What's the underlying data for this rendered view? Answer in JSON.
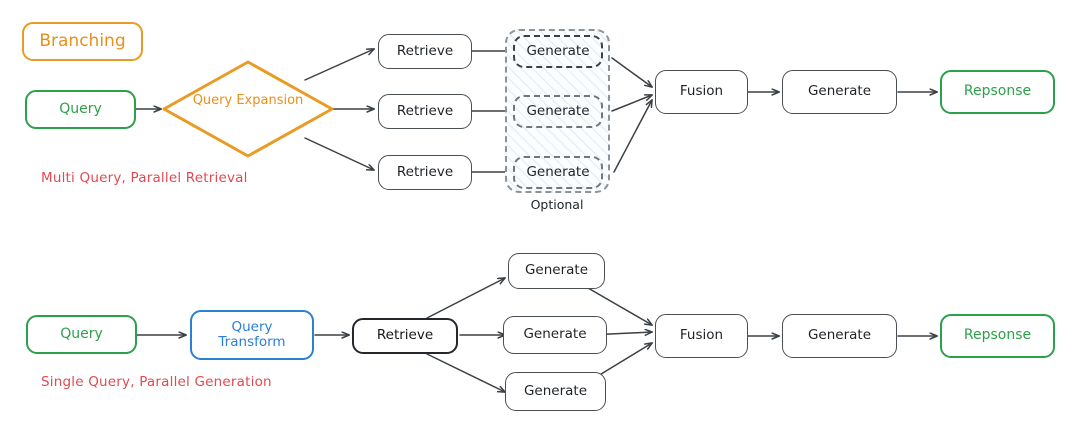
{
  "diagram": {
    "title_chip": "Branching",
    "rows": [
      {
        "id": "top",
        "caption": "Multi Query, Parallel Retrieval",
        "optional_label": "Optional",
        "nodes": {
          "query": "Query",
          "decision": "Query\nExpansion",
          "decision_line1": "Query",
          "decision_line2": "Expansion",
          "retrieve_1": "Retrieve",
          "retrieve_2": "Retrieve",
          "retrieve_3": "Retrieve",
          "generate_1": "Generate",
          "generate_2": "Generate",
          "generate_3": "Generate",
          "fusion": "Fusion",
          "generate_final": "Generate",
          "response": "Repsonse"
        }
      },
      {
        "id": "bottom",
        "caption": "Single Query, Parallel Generation",
        "nodes": {
          "query": "Query",
          "transform_line1": "Query",
          "transform_line2": "Transform",
          "retrieve": "Retrieve",
          "generate_1": "Generate",
          "generate_2": "Generate",
          "generate_3": "Generate",
          "fusion": "Fusion",
          "generate_final": "Generate",
          "response": "Repsonse"
        }
      }
    ],
    "colors": {
      "green": "#2ca14b",
      "orange": "#e8901a",
      "blue": "#2b7fd4",
      "red_caption": "#e04a52",
      "grey_stroke": "#4a4f54",
      "arrow": "#3b4045",
      "optional_fill": "#eef6f9"
    }
  }
}
